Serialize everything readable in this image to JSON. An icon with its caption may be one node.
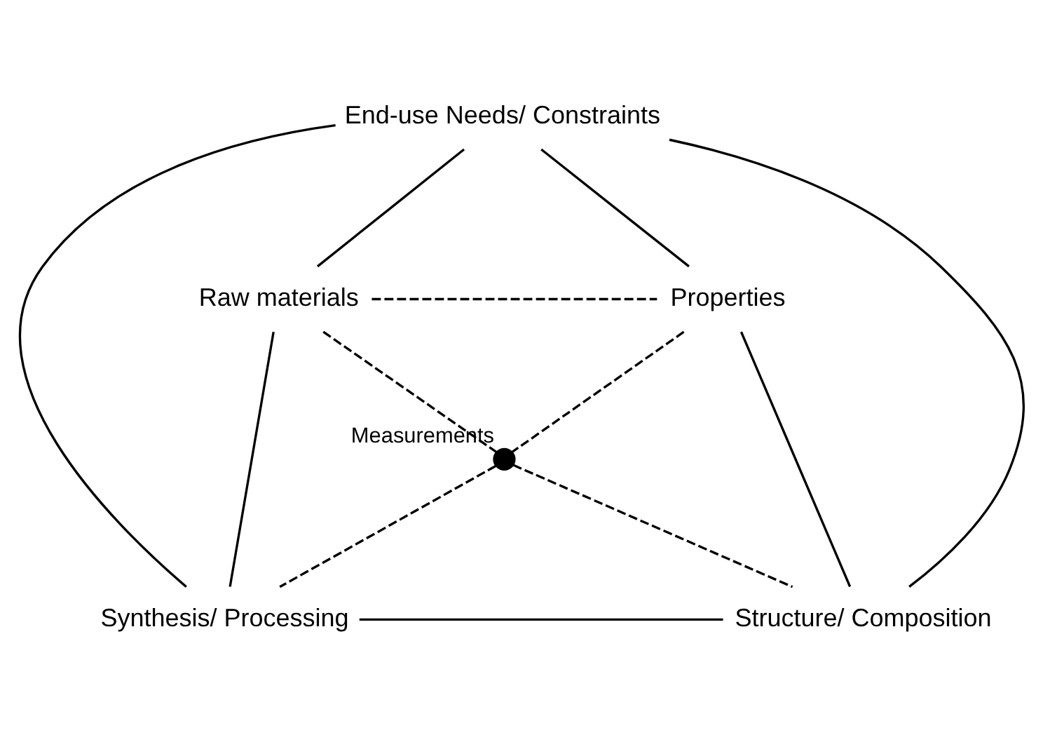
{
  "diagram": {
    "nodes": [
      {
        "text": [
          "End-use Needs/ Constraints"
        ]
      },
      {
        "text": [
          "Raw materials"
        ]
      },
      {
        "text": [
          "Properties"
        ]
      },
      {
        "text": [],
        "shape": "circle",
        "beside": [
          "Measurements"
        ]
      },
      {
        "text": [
          "Synthesis/ Processing"
        ]
      },
      {
        "text": [
          "Structure/ Composition"
        ]
      }
    ],
    "edges": [
      {
        "from": 0,
        "to": 1,
        "arrow": "none"
      },
      {
        "from": 0,
        "to": 2,
        "arrow": "none"
      },
      {
        "from": 0,
        "to": 4,
        "arrow": "none"
      },
      {
        "from": 0,
        "to": 5,
        "arrow": "none"
      },
      {
        "from": 1,
        "to": 2,
        "arrow": "none",
        "style": "dashed"
      },
      {
        "from": 1,
        "to": 4,
        "arrow": "none"
      },
      {
        "from": 2,
        "to": 5,
        "arrow": "none"
      },
      {
        "from": 4,
        "to": 5,
        "arrow": "none"
      },
      {
        "from": 1,
        "to": 3,
        "arrow": "none",
        "style": "dashed"
      },
      {
        "from": 3,
        "to": 5,
        "arrow": "none",
        "style": "dashed"
      },
      {
        "from": 2,
        "to": 3,
        "arrow": "none",
        "style": "dashed"
      },
      {
        "from": 3,
        "to": 4,
        "arrow": "none",
        "style": "dashed"
      }
    ]
  }
}
